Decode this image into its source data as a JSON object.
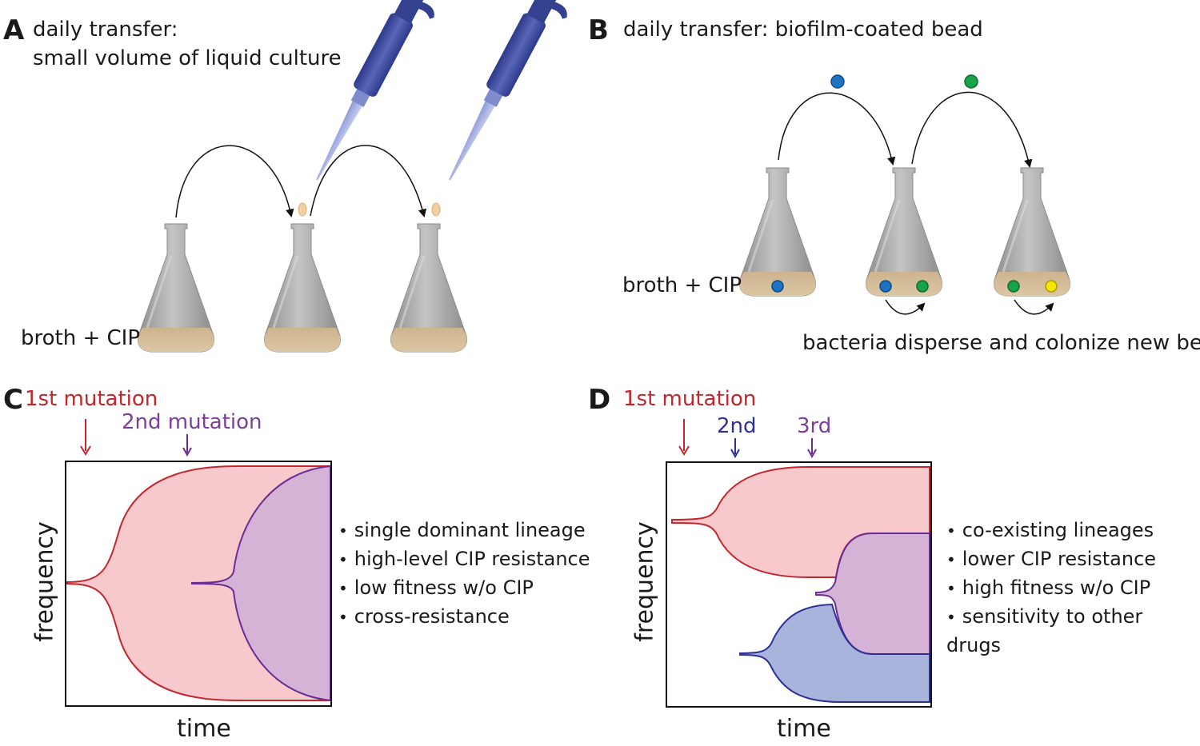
{
  "colors": {
    "red": "#c1272d",
    "red_fill": "#f7c8cc",
    "purple": "#6a2c91",
    "purple_fill": "#d4b3d6",
    "navy": "#2e3192",
    "blue_fill": "#a9b4dd",
    "flask": "#a9a9a9",
    "broth": "#d9c2a0",
    "pipette": "#3f4fa3",
    "bead_blue": "#1e74c2",
    "bead_green": "#18a34a",
    "bead_yellow": "#f7e600",
    "droplet": "#f2cfa0"
  },
  "panelA": {
    "letter": "A",
    "title_line1": "daily transfer:",
    "title_line2": "small volume of liquid culture",
    "flask_label": "broth + CIP"
  },
  "panelB": {
    "letter": "B",
    "title": "daily transfer: biofilm-coated bead",
    "flask_label": "broth + CIP",
    "caption": "bacteria disperse and colonize new bead"
  },
  "panelC": {
    "letter": "C",
    "mutation1": "1st mutation",
    "mutation2": "2nd mutation",
    "y_label": "frequency",
    "x_label": "time",
    "bullets": [
      "single dominant lineage",
      "high-level CIP resistance",
      "low fitness w/o CIP",
      "cross-resistance"
    ]
  },
  "panelD": {
    "letter": "D",
    "mutation1": "1st mutation",
    "mutation2": "2nd",
    "mutation3": "3rd",
    "y_label": "frequency",
    "x_label": "time",
    "bullets": [
      "co-existing lineages",
      "lower CIP resistance",
      "high fitness w/o CIP",
      "sensitivity to other drugs"
    ]
  }
}
